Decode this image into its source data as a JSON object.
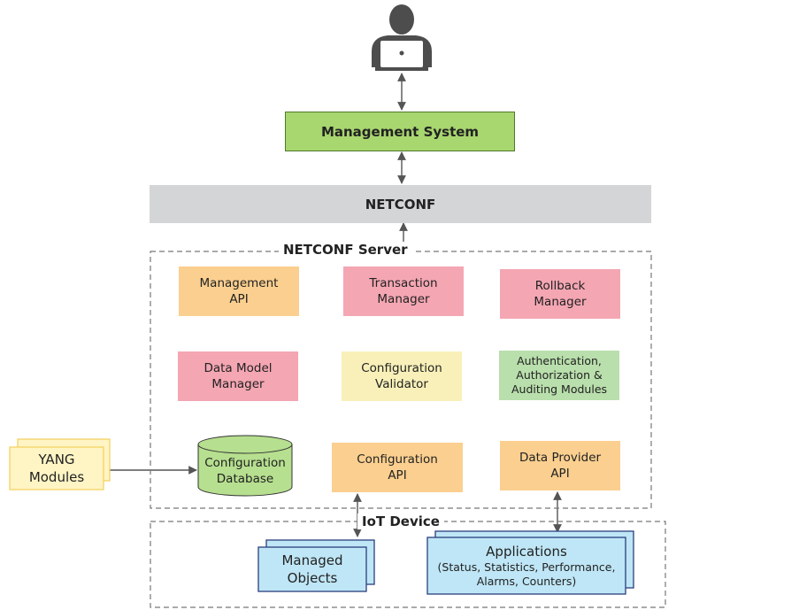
{
  "management_system": {
    "label": "Management System"
  },
  "netconf": {
    "label": "NETCONF"
  },
  "netconf_server": {
    "title": "NETCONF Server",
    "modules": {
      "management_api": [
        "Management",
        "API"
      ],
      "transaction_manager": [
        "Transaction",
        "Manager"
      ],
      "rollback_manager": [
        "Rollback",
        "Manager"
      ],
      "data_model_manager": [
        "Data Model",
        "Manager"
      ],
      "configuration_validator": [
        "Configuration",
        "Validator"
      ],
      "aaa_modules": [
        "Authentication,",
        "Authorization &",
        "Auditing Modules"
      ],
      "configuration_database": [
        "Configuration",
        "Database"
      ],
      "configuration_api": [
        "Configuration",
        "API"
      ],
      "data_provider_api": [
        "Data Provider",
        "API"
      ]
    }
  },
  "yang_modules": [
    "YANG",
    "Modules"
  ],
  "iot_device": {
    "title": "IoT Device",
    "managed_objects": [
      "Managed",
      "Objects"
    ],
    "applications": {
      "title": "Applications",
      "detail": [
        "(Status, Statistics, Performance,",
        "Alarms, Counters)"
      ]
    }
  },
  "colors": {
    "management_system": "#a8d66f",
    "netconf_bar": "#d4d5d7",
    "orange_module": "#fbcf8f",
    "pink_module": "#f4a6b3",
    "yellow_module": "#f8f0b8",
    "green_module": "#b9dfac",
    "database": "#b6df8f",
    "yang": "#fff4c4",
    "iot_component": "#bfe6f6"
  }
}
